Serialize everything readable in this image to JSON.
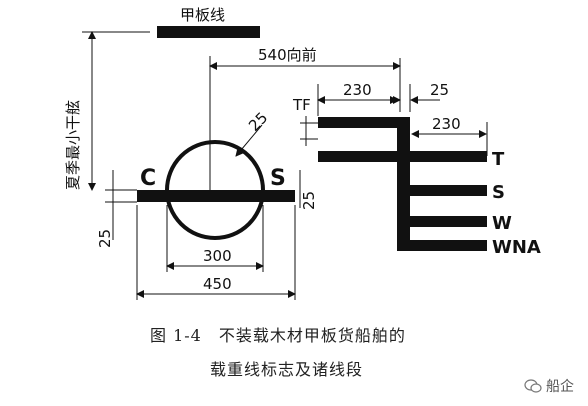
{
  "labels": {
    "deck_line": "甲板线",
    "load_line_vertical": "夏季最小干舷",
    "forward_540": "540向前",
    "dim_230_top": "230",
    "dim_25_top": "25",
    "dim_230_right": "230",
    "tf": "TF",
    "dim_25_circle": "25",
    "c_letter": "C",
    "s_letter": "S",
    "dim_25_vert_right": "25",
    "dim_25_left": "25",
    "dim_300": "300",
    "dim_450": "450",
    "mark_t": "T",
    "mark_s": "S",
    "mark_w": "W",
    "mark_wna": "WNA"
  },
  "caption": {
    "line1": "图 1-4　不装载木材甲板货船舶的",
    "line2": "载重线标志及诸线段"
  },
  "watermark": {
    "icon": "wechat-icon",
    "text": "船企"
  }
}
